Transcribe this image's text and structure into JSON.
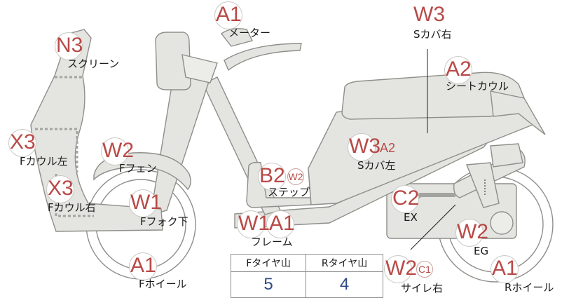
{
  "parts": {
    "meter": {
      "code": "A1",
      "label": "メーター"
    },
    "scover_r": {
      "code": "W3",
      "label": "Sカバ右"
    },
    "screen": {
      "code": "N3",
      "label": "スクリーン"
    },
    "seatcowl": {
      "code": "A2",
      "label": "シートカウル"
    },
    "fcowl_l": {
      "code": "X3",
      "label": "Fカウル左"
    },
    "ffender": {
      "code": "W2",
      "label": "Fフェン"
    },
    "scover_l": {
      "code": "W3",
      "sub": "A2",
      "label": "Sカバ左"
    },
    "step": {
      "code": "B2",
      "sub": "W2",
      "label": "ステップ"
    },
    "fcowl_r": {
      "code": "X3",
      "label": "Fカウル右"
    },
    "ffork": {
      "code": "W1",
      "label": "Fフォク下"
    },
    "ex": {
      "code": "C2",
      "label": "EX"
    },
    "frame": {
      "code": "W1",
      "code2": "A1",
      "label": "フレーム"
    },
    "eg": {
      "code": "W2",
      "label": "EG"
    },
    "fwheel": {
      "code": "A1",
      "label": "Fホイール"
    },
    "muffler": {
      "code": "W2",
      "sub": "C1",
      "label": "サイレ右"
    },
    "rwheel": {
      "code": "A1",
      "label": "Rホイール"
    }
  },
  "tread": {
    "front_header": "Fタイヤ山",
    "rear_header": "Rタイヤ山",
    "front_value": "5",
    "rear_value": "4"
  },
  "colors": {
    "code": "#b84a47",
    "value": "#2f4a86",
    "line": "#8e8e8a",
    "fill": "#e4e4e0"
  }
}
